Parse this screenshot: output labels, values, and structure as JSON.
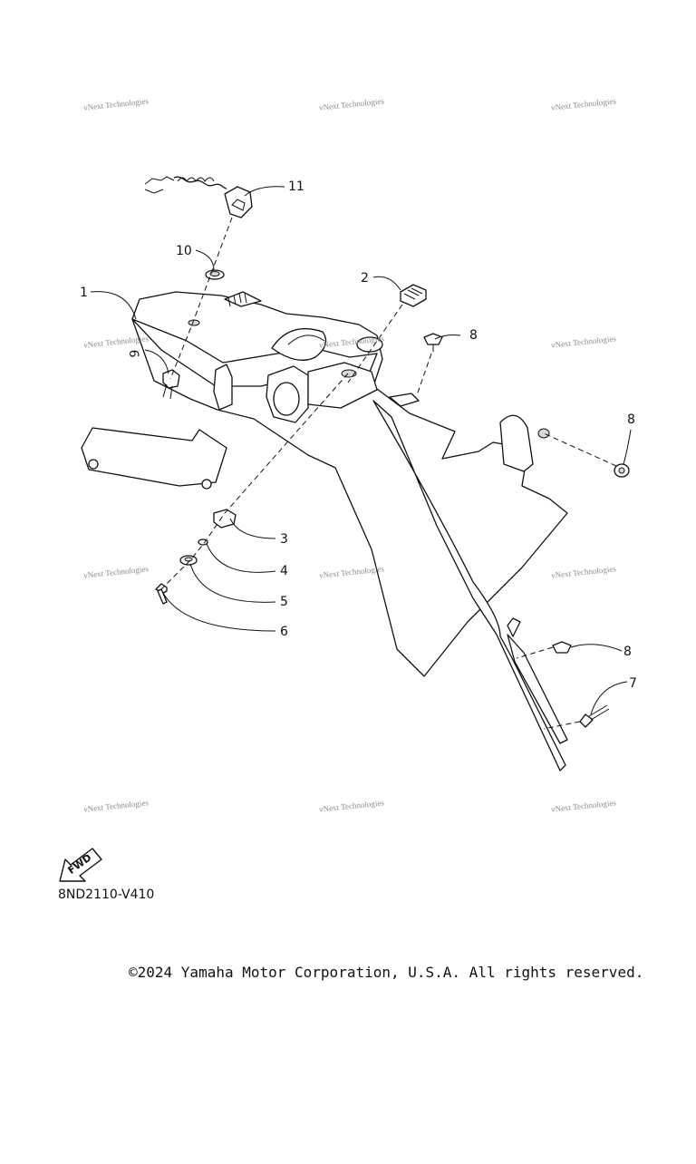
{
  "watermark": {
    "text": "vNext Technologies"
  },
  "callouts": [
    {
      "id": "1",
      "label": "1"
    },
    {
      "id": "2",
      "label": "2"
    },
    {
      "id": "3",
      "label": "3"
    },
    {
      "id": "4",
      "label": "4"
    },
    {
      "id": "5",
      "label": "5"
    },
    {
      "id": "6",
      "label": "6"
    },
    {
      "id": "7",
      "label": "7"
    },
    {
      "id": "8a",
      "label": "8"
    },
    {
      "id": "8b",
      "label": "8"
    },
    {
      "id": "8c",
      "label": "8"
    },
    {
      "id": "9",
      "label": "9"
    },
    {
      "id": "10",
      "label": "10"
    },
    {
      "id": "11",
      "label": "11"
    }
  ],
  "fwd_label": "FWD",
  "diagram_code": "8ND2110-V410",
  "copyright": "©2024 Yamaha Motor Corporation, U.S.A. All rights reserved."
}
